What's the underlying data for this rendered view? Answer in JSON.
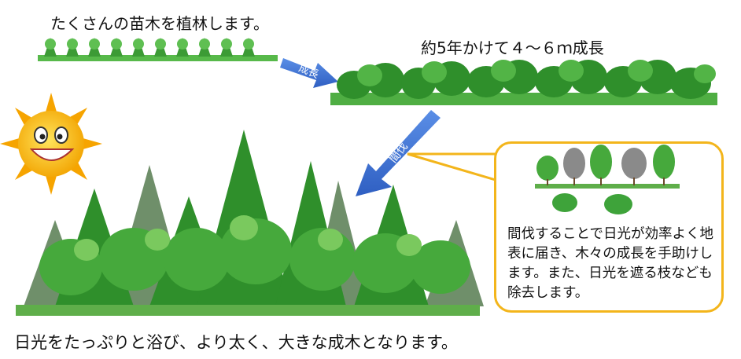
{
  "texts": {
    "seedling_caption": "たくさんの苗木を植林します。",
    "growth_caption": "約5年かけて４～６ｍ成長",
    "final_caption": "日光をたっぷりと浴び、より太く、大きな成木となります。"
  },
  "arrows": {
    "grow_label": "成長",
    "thinning_label": "間伐"
  },
  "callout": {
    "text": "間伐することで日光が効率よく地表に届き、木々の成長を手助けします。また、日光を遮る枝なども除去します。"
  },
  "colors": {
    "arrow": "#3b6fd1",
    "callout_border": "#f3b51b",
    "tree_green": "#3ea33a",
    "sun": "#f7b500"
  }
}
